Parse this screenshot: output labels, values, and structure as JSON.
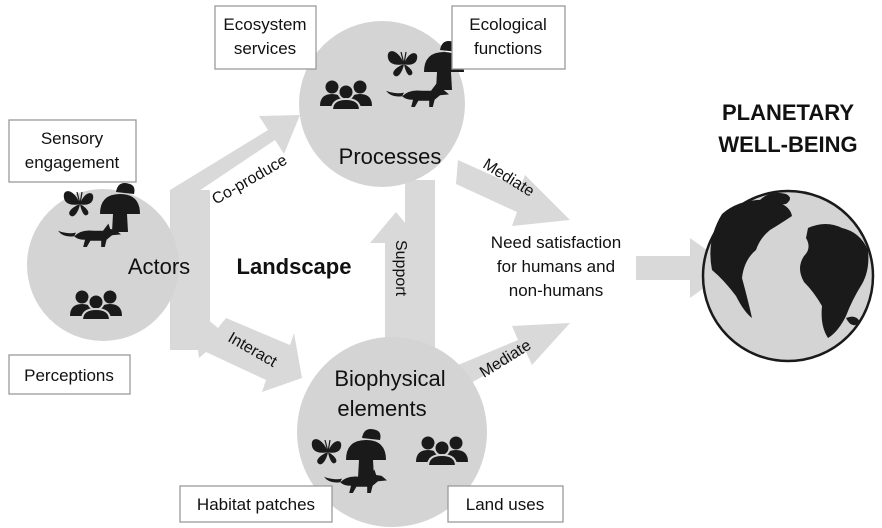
{
  "colors": {
    "arrow": "#d9d9d9",
    "circle": "#d4d4d4",
    "icon": "#1a1a1a",
    "box_border": "#9a9a9a"
  },
  "nodes": {
    "actors": "Actors",
    "processes": "Processes",
    "biophysical_line1": "Biophysical",
    "biophysical_line2": "elements"
  },
  "center_label": "Landscape",
  "arrows": {
    "co_produce": "Co-produce",
    "interact": "Interact",
    "support": "Support",
    "mediate_top": "Mediate",
    "mediate_bottom": "Mediate"
  },
  "boxes": {
    "ecosystem_services_1": "Ecosystem",
    "ecosystem_services_2": "services",
    "ecological_functions_1": "Ecological",
    "ecological_functions_2": "functions",
    "sensory_engagement_1": "Sensory",
    "sensory_engagement_2": "engagement",
    "perceptions": "Perceptions",
    "habitat_patches": "Habitat patches",
    "land_uses": "Land uses"
  },
  "need": {
    "line1": "Need satisfaction",
    "line2": "for humans and",
    "line3": "non-humans"
  },
  "planetary": {
    "line1": "PLANETARY",
    "line2": "WELL-BEING"
  },
  "icons": [
    "butterfly-icon",
    "mushroom-icon",
    "fox-icon",
    "people-icon",
    "globe-icon"
  ]
}
